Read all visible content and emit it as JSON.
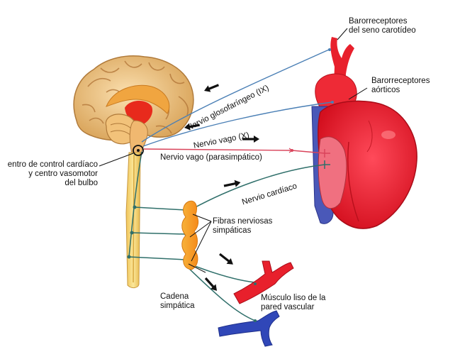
{
  "labels": {
    "carotid": [
      "Barorreceptores",
      "del seno carotídeo"
    ],
    "aortic": [
      "Barorreceptores",
      "aórticos"
    ],
    "glossopharyngeal": "Nervio glosofaríngeo (IX)",
    "vagus": "Nervio vago (X)",
    "vagus_para": "Nervio vago (parasimpático)",
    "cardiac_nerve": "Nervio cardíaco",
    "control_center": [
      "entro de control cardíaco",
      "y centro vasomotor",
      "del bulbo"
    ],
    "sympathetic_fibers": [
      "Fibras nerviosas",
      "simpáticas"
    ],
    "sympathetic_chain": [
      "Cadena",
      "simpática"
    ],
    "smooth_muscle": [
      "Músculo liso de la",
      "pared vascular"
    ]
  },
  "colors": {
    "afferent_nerve": "#4a7fb5",
    "vagus_efferent": "#d9435a",
    "sympathetic_nerve": "#2f6f6a",
    "artery": "#e8202c",
    "vein": "#3047b8",
    "ganglion": "#f59a1e",
    "brain": "#f2c488",
    "spinal_cord": "#f5d27a"
  },
  "icons": [
    "arrow-icon"
  ]
}
